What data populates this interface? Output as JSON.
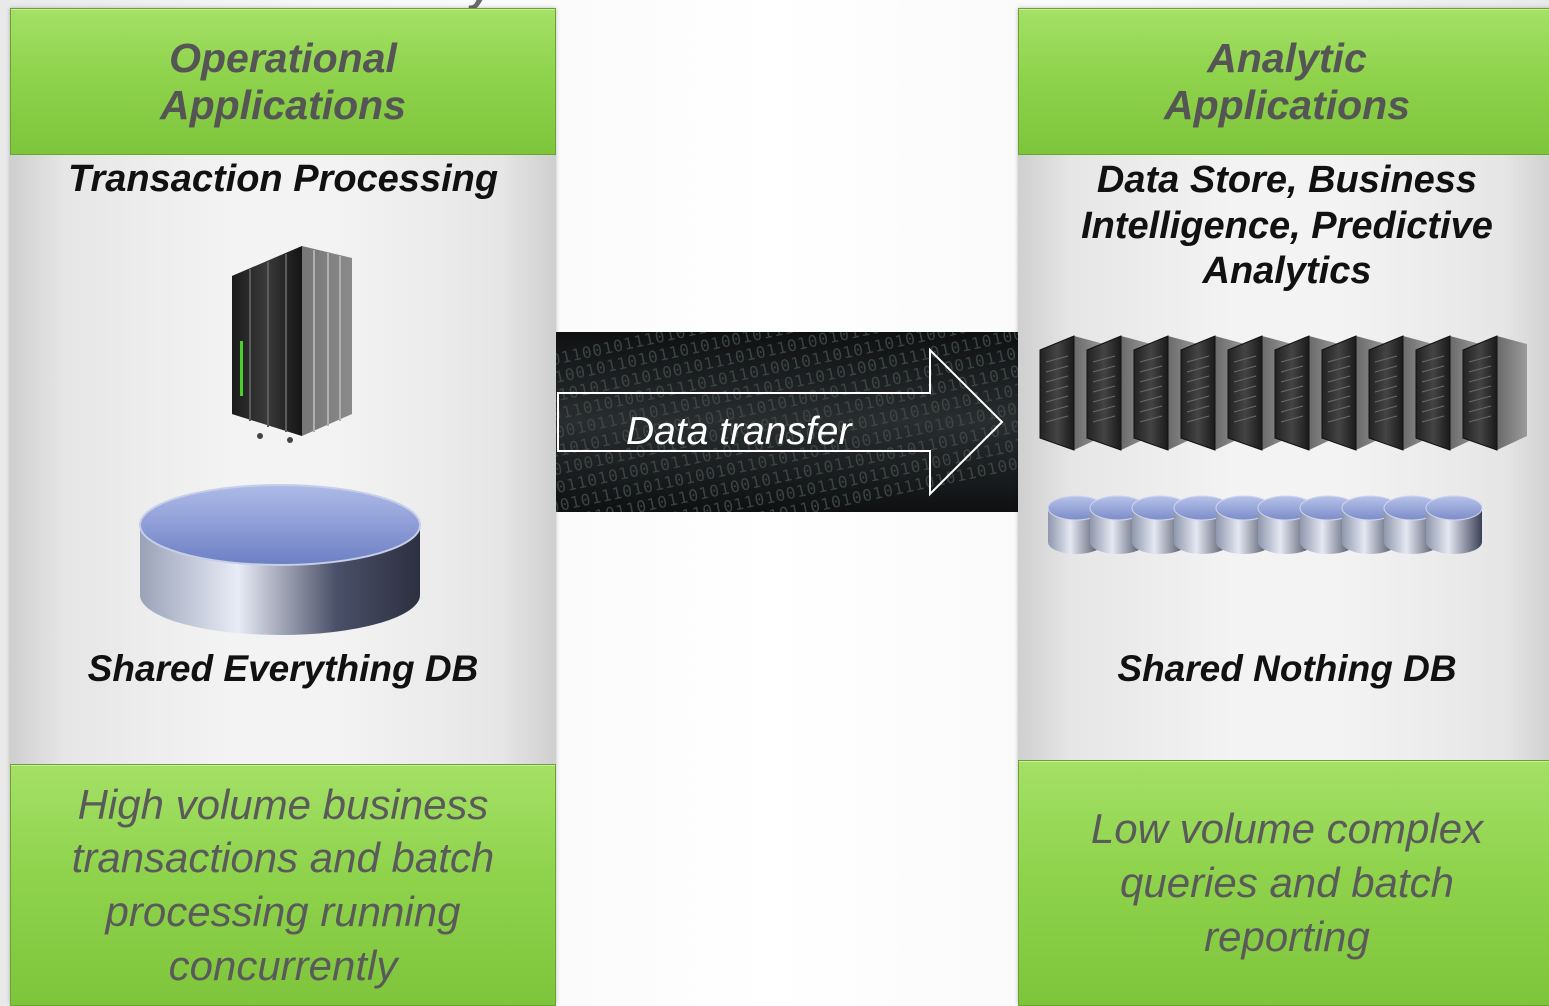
{
  "left_panel": {
    "header": [
      "Operational",
      "Applications"
    ],
    "top_label": [
      "Transaction Processing"
    ],
    "bottom_label": "Shared Everything DB",
    "footer": [
      "High volume business",
      "transactions and batch",
      "processing running",
      "concurrently"
    ]
  },
  "right_panel": {
    "header": [
      "Analytic",
      "Applications"
    ],
    "top_label": [
      "Data Store, Business",
      "Intelligence, Predictive",
      "Analytics"
    ],
    "bottom_label": "Shared Nothing DB",
    "footer": [
      "Low volume complex",
      "queries and batch",
      "reporting"
    ]
  },
  "transfer": {
    "label": "Data transfer"
  },
  "icons": {
    "left_server": "server-tower-icon",
    "left_db": "database-icon",
    "right_servers": "server-cluster-icon",
    "right_dbs": "database-cluster-icon",
    "arrow": "arrow-right-icon"
  },
  "colors": {
    "header_green": "#8dd24a",
    "panel_gray": "#e6e6e6",
    "transfer_band": "#1c1f22"
  }
}
